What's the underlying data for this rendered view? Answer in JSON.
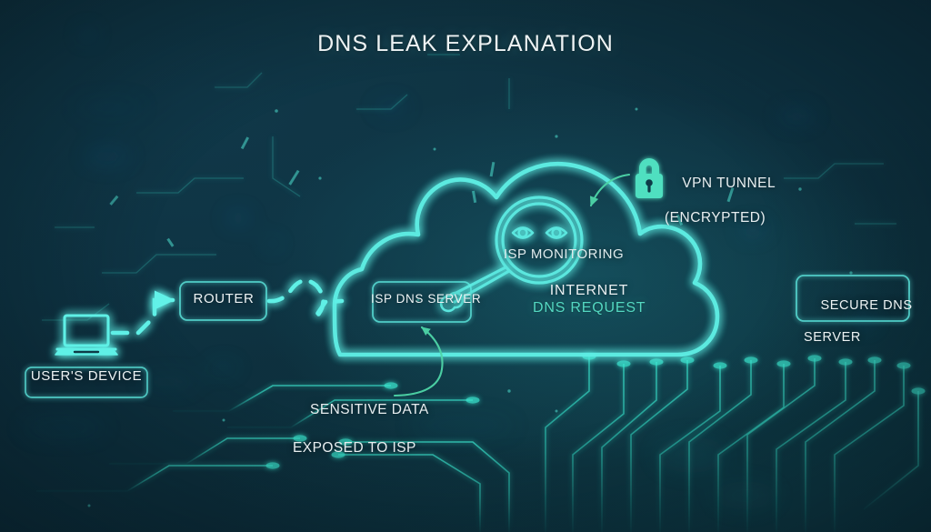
{
  "page": {
    "title": "DNS LEAK EXPLANATION",
    "background_color": "#0d2f3c",
    "accent_cyan": "#5ef0e6",
    "accent_green": "#4fd6a8",
    "text_color": "#e8eef0"
  },
  "nodes": {
    "user_device": {
      "label": "USER'S DEVICE",
      "icon": "laptop-icon"
    },
    "router": {
      "label": "ROUTER"
    },
    "isp_dns_server": {
      "label": "ISP DNS SERVER"
    },
    "secure_dns_server": {
      "label_line1": "SECURE DNS",
      "label_line2": "SERVER"
    },
    "cloud": {
      "icon": "cloud-icon"
    }
  },
  "annotations": {
    "vpn_tunnel": {
      "icon": "lock-icon",
      "line1": "VPN TUNNEL",
      "line2": "(ENCRYPTED)",
      "color": "#4fdfc0"
    },
    "isp_monitoring": {
      "label": "ISP MONITORING",
      "icon": "magnifier-eyes-icon"
    },
    "sensitive_data": {
      "line1": "SENSITIVE DATA",
      "line2": "EXPOSED TO ISP",
      "arrow_color": "#4fd6a8"
    },
    "internet": {
      "label": "INTERNET"
    },
    "dns_request": {
      "label": "DNS REQUEST",
      "color": "#54d8c2"
    }
  }
}
